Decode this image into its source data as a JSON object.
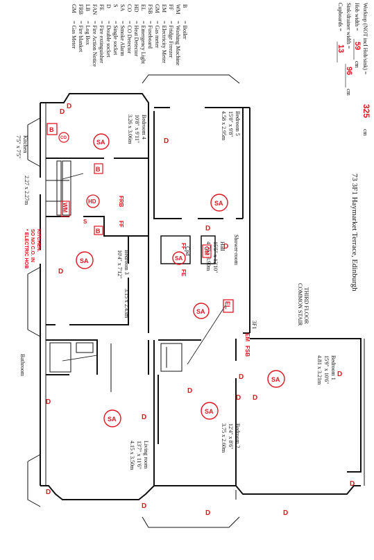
{
  "header": {
    "address": "73 3F1 Haymarket Terrace, Edinburgh",
    "stair": "COMMON STAIR",
    "floor": "THIRD FLOOR",
    "flat_ref": "3F1"
  },
  "measurements": {
    "worktop_label": "Worktop (NOT incl Hob/sink) =",
    "worktop_value": "325",
    "worktop_unit": "cm",
    "hob_label": "Hob width =",
    "hob_value": "59",
    "hob_unit": "cm",
    "sink_label": "Sink/drainer width =",
    "sink_value": "96",
    "sink_unit": "cm",
    "cupboards_label": "Cupboards =",
    "cupboards_value": "13"
  },
  "legend": [
    {
      "code": "B",
      "desc": "= Boiler"
    },
    {
      "code": "WM",
      "desc": "= Washing Machine"
    },
    {
      "code": "FF",
      "desc": "= Fridge Freezer"
    },
    {
      "code": "EM",
      "desc": "= Electricity Meter"
    },
    {
      "code": "GM",
      "desc": "= Gas meter"
    },
    {
      "code": "FSB",
      "desc": "= Fuseboard"
    },
    {
      "code": "EL",
      "desc": "= Emergency Light"
    },
    {
      "code": "HD",
      "desc": "= Heat Detector"
    },
    {
      "code": "CO",
      "desc": "= CO Detector"
    },
    {
      "code": "SA",
      "desc": "= Smoke Alarm"
    },
    {
      "code": "S",
      "desc": "= Single socket"
    },
    {
      "code": "D",
      "desc": "= Double socket"
    },
    {
      "code": "FE",
      "desc": "= Fire extinguisher"
    },
    {
      "code": "FAN",
      "desc": "= Fire Action Notice"
    },
    {
      "code": "LB",
      "desc": "= Log Box"
    },
    {
      "code": "FRB",
      "desc": "= Fire blanket"
    },
    {
      "code": "GM",
      "desc": "= Gas Meter"
    }
  ],
  "rooms": {
    "bedroom4": {
      "name": "Bedroom 4",
      "imperial": "10'8\" x 9'11\"",
      "metric": "3.26 x 3.06m"
    },
    "bedroom5": {
      "name": "Bedroom 5",
      "imperial": "15'0\" x 9'8\"",
      "metric": "4.58 x 2.95m"
    },
    "kitchen": {
      "name": "Kitchen",
      "imperial": "7'5\" x 7'5\"",
      "metric": "2.27 x 2.27m"
    },
    "bedroom3": {
      "name": "Bedroom 3",
      "imperial": "10'4\" x 7'12\"",
      "metric": "3.15 x 2.43m"
    },
    "hall": {
      "name": "Hall",
      "imperial": "15'5\" x 12'10\"",
      "metric": "4.70 x 3.90m"
    },
    "cpd": {
      "name": "Cpd"
    },
    "shower": {
      "name": "Shower-room"
    },
    "bathroom": {
      "name": "Bathroom"
    },
    "bedroom1": {
      "name": "Bedroom 1",
      "imperial": "15'9\" x 10'6\"",
      "metric": "4.81 x 3.21m"
    },
    "bedroom2": {
      "name": "Bedroom 2",
      "imperial": "12'4\" x 8'6\"",
      "metric": "3.75 x 2.60m"
    },
    "living": {
      "name": "Living room",
      "imperial": "13'7\" x 11'6\"",
      "metric": "4.15 x 3.50m"
    }
  },
  "notes": {
    "electric_hob": [
      "* ELECTRIC HOB",
      "SO NO C.O. IN",
      "KITCHEN."
    ]
  },
  "marks": {
    "sa": "SA",
    "d": "D",
    "b": "B",
    "co": "CO",
    "hd": "HD",
    "wm": "WM",
    "frb": "FRB",
    "ff": "FF",
    "fe": "FE",
    "gm": "GM",
    "el": "EL",
    "em": "EM",
    "fsb": "FSB",
    "s": "S"
  },
  "colors": {
    "annotation": "#e0141e",
    "ink": "#111111"
  }
}
